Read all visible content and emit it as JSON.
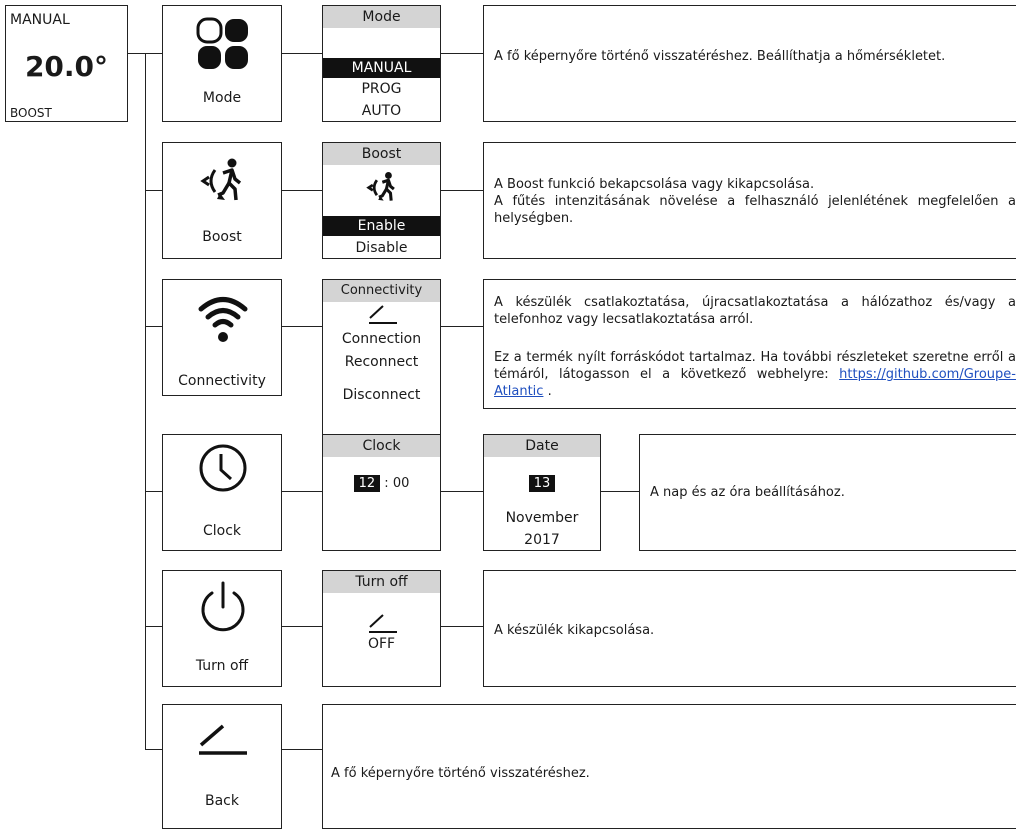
{
  "main_screen": {
    "mode": "MANUAL",
    "temperature": "20.0°",
    "boost": "BOOST"
  },
  "menu_items": [
    {
      "label": "Mode"
    },
    {
      "label": "Boost"
    },
    {
      "label": "Connectivity"
    },
    {
      "label": "Clock"
    },
    {
      "label": "Turn off"
    },
    {
      "label": "Back"
    }
  ],
  "submenus": {
    "mode": {
      "title": "Mode",
      "options": [
        "MANUAL",
        "PROG",
        "AUTO"
      ],
      "selected": "MANUAL"
    },
    "boost": {
      "title": "Boost",
      "options": [
        "Enable",
        "Disable"
      ],
      "selected": "Enable"
    },
    "connectivity": {
      "title": "Connectivity",
      "options": [
        "Connection",
        "Reconnect",
        "Disconnect"
      ]
    },
    "clock": {
      "title": "Clock",
      "hour": "12",
      "separator": ":",
      "minute": "00"
    },
    "date": {
      "title": "Date",
      "day": "13",
      "month": "November",
      "year": "2017"
    },
    "turn_off": {
      "title": "Turn off",
      "option": "OFF"
    }
  },
  "descriptions": {
    "mode": "A fő képernyőre történő visszatéréshez. Beállíthatja a hőmérsékletet.",
    "boost_1": "A Boost funkció bekapcsolása vagy kikapcsolása.",
    "boost_2": "A fűtés intenzitásának növelése a felhasználó jelenlétének megfelelően a helységben.",
    "connectivity_1": "A készülék csatlakoztatása, újracsatlakoztatása a hálózathoz és/vagy a telefonhoz vagy lecsatlakoztatása arról.",
    "connectivity_2": "Ez a termék nyílt forráskódot tartalmaz. Ha további részleteket szeretne erről a témáról, látogasson el a következő webhelyre:",
    "connectivity_link": "https://github.com/Groupe-Atlantic",
    "connectivity_link_suffix": " .",
    "clock": "A nap és az óra beállításához.",
    "turn_off": "A készülék kikapcsolása.",
    "back": "A fő képernyőre történő visszatéréshez."
  }
}
